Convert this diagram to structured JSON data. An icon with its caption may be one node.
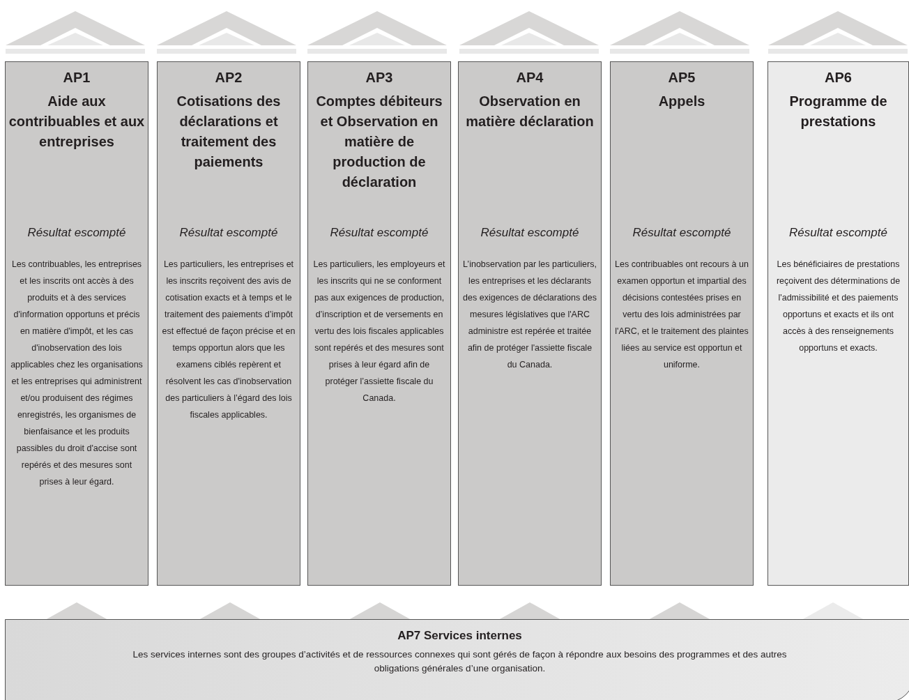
{
  "diagram": {
    "nodes": [
      {
        "text": [
          "AP1",
          "Aide aux contribuables et aux entreprises",
          "Résultat escompté",
          "Les contribuables, les entreprises et les inscrits ont accès à des produits et à des services d'information opportuns et précis en matière d'impôt, et les cas d'inobservation des lois applicables chez les organisations et les entreprises qui administrent et/ou produisent des régimes enregistrés, les organismes de bienfaisance et les produits passibles du droit d'accise sont repérés et des mesures sont prises à leur égard."
        ]
      },
      {
        "text": [
          "AP2",
          "Cotisations des déclarations et traitement des paiements",
          "Résultat escompté",
          "Les particuliers, les entreprises et les inscrits reçoivent des avis de cotisation exacts et à temps et le traitement des paiements d’impôt est effectué de façon précise et en temps opportun alors que les examens ciblés repèrent et résolvent les cas d'inobservation des particuliers à l’égard des lois fiscales applicables."
        ]
      },
      {
        "text": [
          "AP3",
          "Comptes débiteurs et Observation en matière de production de déclaration",
          "Résultat escompté",
          "Les particuliers, les employeurs et les inscrits qui ne se conforment pas aux exigences de production, d’inscription et de versements en vertu des lois fiscales applicables sont repérés et des mesures sont prises à leur égard afin de protéger l’assiette fiscale du Canada."
        ]
      },
      {
        "text": [
          "AP4",
          "Observation en matière déclaration",
          "Résultat escompté",
          "L’inobservation par les particuliers, les entreprises et les déclarants des exigences de déclarations des mesures législatives que l'ARC administre est repérée et traitée afin de protéger l'assiette fiscale du Canada."
        ]
      },
      {
        "text": [
          "AP5",
          "Appels",
          "Résultat escompté",
          "Les contribuables ont recours à un examen opportun et impartial des décisions contestées prises en vertu des lois administrées par l'ARC, et le traitement des plaintes liées au service est opportun et uniforme."
        ]
      },
      {
        "text": [
          "AP6",
          "Programme de prestations",
          "Résultat escompté",
          "Les bénéficiaires de prestations reçoivent des déterminations de l'admissibilité et des paiements opportuns et exacts et ils ont accès à des renseignements opportuns et exacts."
        ]
      },
      {
        "text": [
          "AP7 Services internes",
          "Les services internes sont des groupes d’activités et de ressources connexes qui sont gérés de façon à répondre aux besoins des programmes et des autres obligations générales d’une organisation."
        ]
      }
    ]
  }
}
